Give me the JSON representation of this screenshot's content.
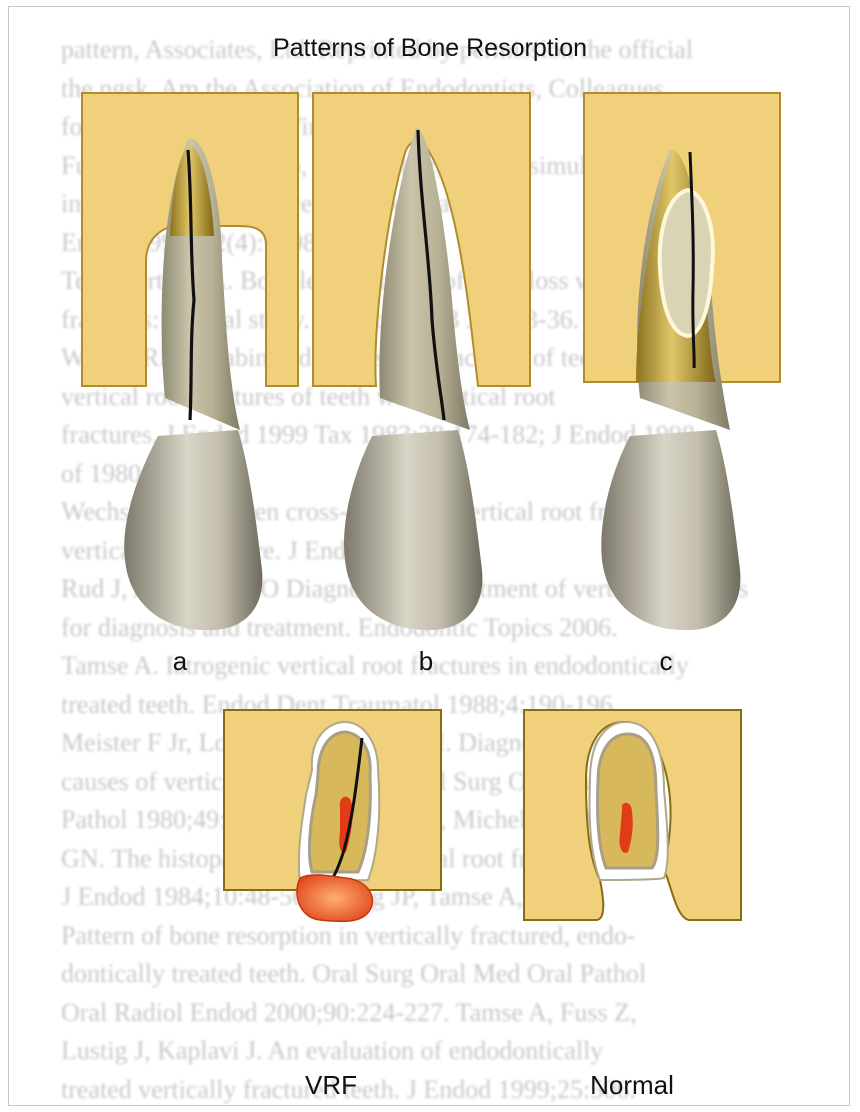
{
  "figure": {
    "title": "Patterns of Bone Resorption",
    "panel_labels": [
      "a",
      "b",
      "c"
    ],
    "section_labels": [
      "VRF",
      "Normal"
    ]
  },
  "background_text": [
    "pattern, Associates, Ltd.  Reprinted by permission the official",
    "the ngsk, Am the Association of Endodontists, Colleagues",
    "for Excellence, Fall, Winter 1997.",
    "Fuster de Gea, Moreno, M. Sanchez, et al. A simulated",
    "infected root canal in vertical root fracture, I",
    "Endod 1996, 12(4):1998.",
    "Tello Vertero, A. Bortoletti, Patterns of bone loss with",
    "fractures: clinical study. J Endod 1993 31:333-36.",
    "Walton RE, Torabinejad M, Ventral fractures of teeth roots",
    "vertical root fractures of teeth with vertical root",
    "fractures. J Endod 1999 Tax 1983;28:174-182; J Endod 1998",
    "of 1980.",
    "Wechsler RB, Maren cross-section of vertical root fracture",
    "vertical root fracture. J Endod 1998.",
    "Rud J, Andreasen JO Diagnosis and treatment of vertical fractures",
    "for diagnosis and treatment. Endodontic Topics 2006.",
    "Tamse A. Iatrogenic vertical root fractures in endodontically",
    "treated teeth. Endod Dent Traumatol 1988;4:190-196.",
    "Meister F Jr, Lommel TJ, Gerstein H. Diagnosis and possible",
    "causes of vertical root fractures. Oral Surg Oral Med Oral",
    "Pathol 1980;49:243-253. Walton RE, Michelich RJ, Smith",
    "GN. The histopathogenesis of vertical root fractures.",
    "J Endod 1984;10:48-56. Lustig JP, Tamse A, Fuss Z.",
    "Pattern of bone resorption in vertically fractured, endo-",
    "dontically treated teeth. Oral Surg Oral Med Oral Pathol",
    "Oral Radiol Endod 2000;90:224-227. Tamse A, Fuss Z,",
    "Lustig J, Kaplavi J. An evaluation of endodontically",
    "treated vertically fractured teeth. J Endod 1999;25:506."
  ]
}
